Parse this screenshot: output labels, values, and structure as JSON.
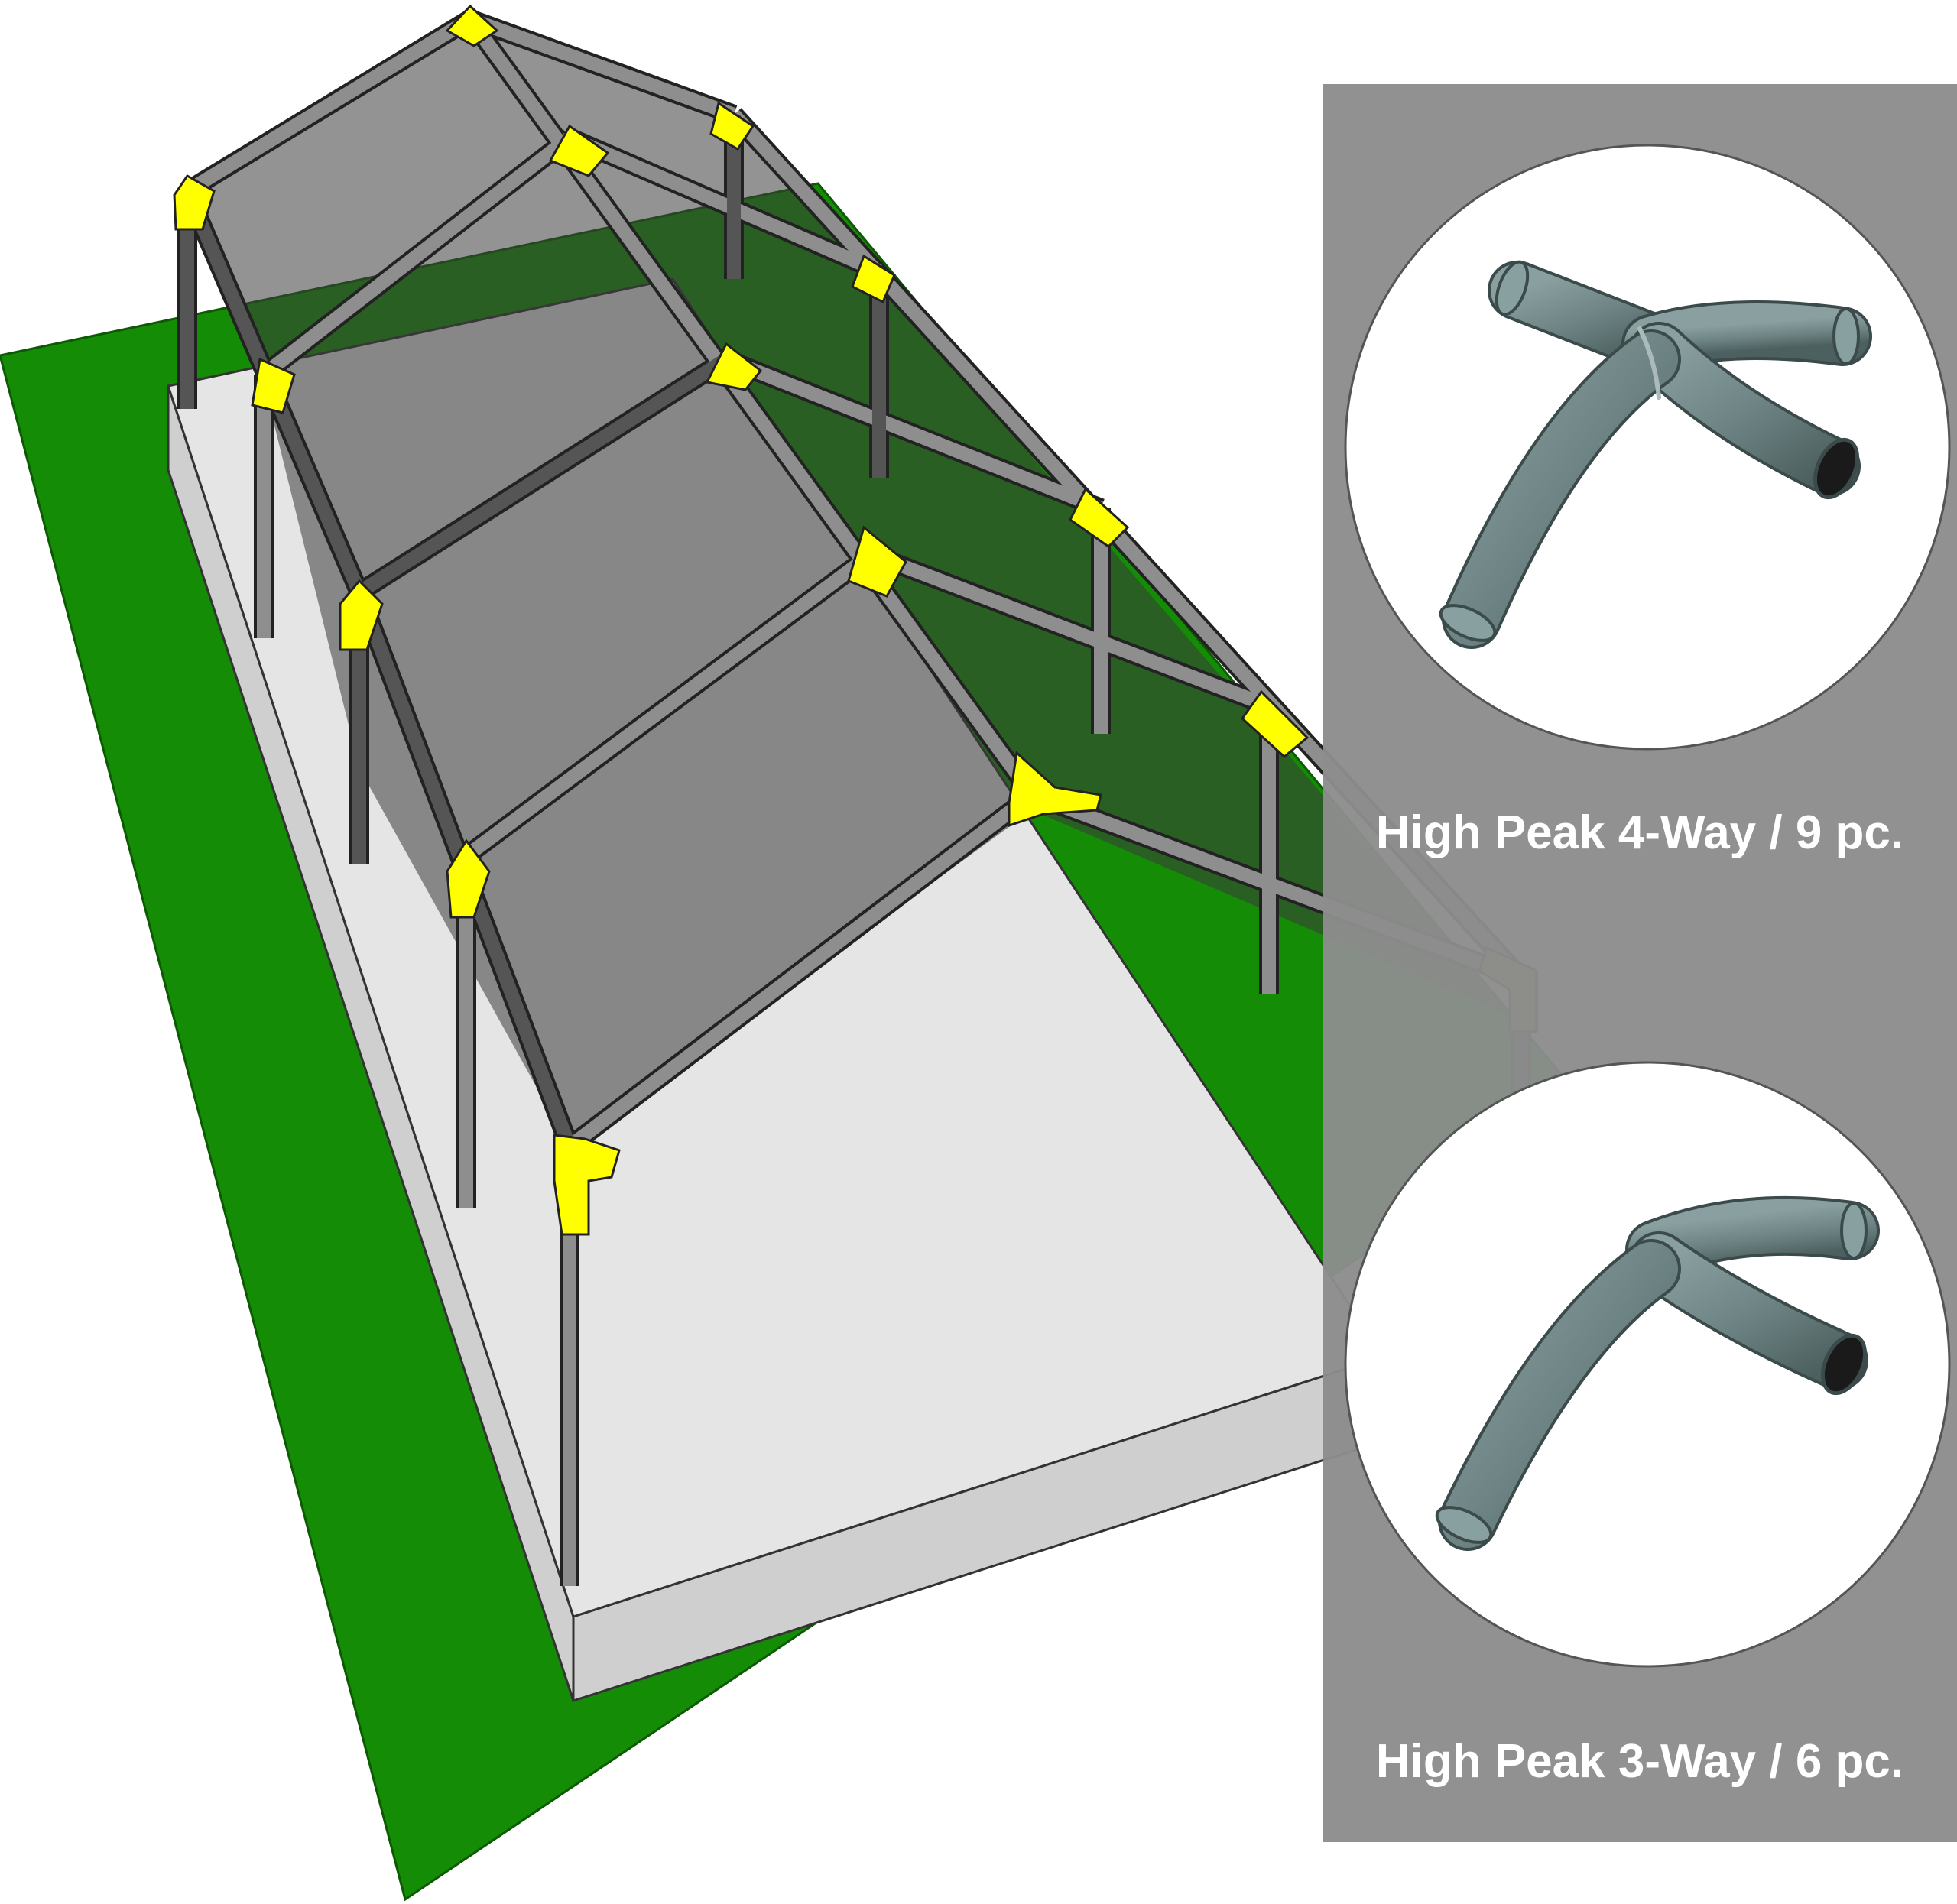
{
  "colors": {
    "background": "#ffffff",
    "ground": "#148c06",
    "platform_top": "#e5e5e5",
    "platform_side": "#cfcfcf",
    "roof_shade": "#5a5a5a",
    "frame_pipe": "#5e5e5e",
    "frame_dark": "#3a3a3a",
    "fitting": "#ffff00",
    "panel": "#8c8c8c",
    "circle": "#ffffff",
    "fitting_pipe": "#6f8585",
    "label_text": "#ffffff"
  },
  "icons": [
    "tent-frame-diagram",
    "four-way-fitting-icon",
    "three-way-fitting-icon"
  ],
  "fittings": [
    {
      "id": "four-way",
      "label": "High Peak 4-Way / 9 pc."
    },
    {
      "id": "three-way",
      "label": "High Peak 3-Way / 6 pc."
    }
  ]
}
